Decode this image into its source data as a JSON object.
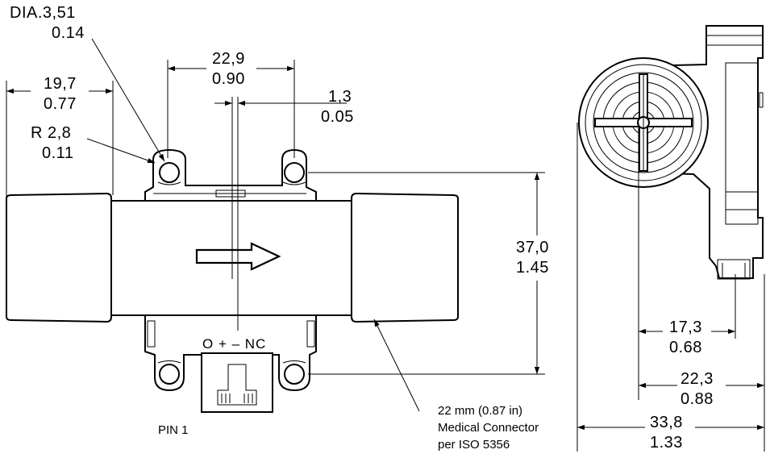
{
  "dimensions": {
    "dia_hole_mm": "DIA.3,51",
    "dia_hole_in": "0.14",
    "left_offset_mm": "19,7",
    "left_offset_in": "0.77",
    "radius_mm": "R 2,8",
    "radius_in": "0.11",
    "hole_spacing_mm": "22,9",
    "hole_spacing_in": "0.90",
    "center_offset_mm": "1,3",
    "center_offset_in": "0.05",
    "height_mm": "37,0",
    "height_in": "1.45",
    "side_a_mm": "17,3",
    "side_a_in": "0.68",
    "side_b_mm": "22,3",
    "side_b_in": "0.88",
    "side_c_mm": "33,8",
    "side_c_in": "1.33"
  },
  "labels": {
    "pin_labels": "O + – NC",
    "pin1": "PIN 1",
    "connector_line1": "22 mm (0.87 in)",
    "connector_line2": "Medical Connector",
    "connector_line3": "per ISO 5356"
  },
  "icons": {
    "flow_direction": "flow-arrow-icon"
  }
}
